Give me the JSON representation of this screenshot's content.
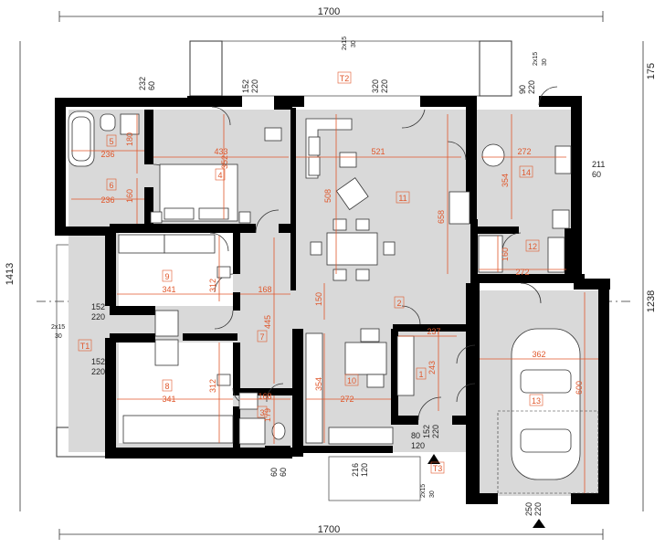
{
  "overall": {
    "top_width": "1700",
    "bottom_width": "1700",
    "left_height": "1413",
    "right_height_upper": "175",
    "right_height_lower": "1238"
  },
  "rooms": [
    {
      "num": "1",
      "w": "237",
      "h": "243"
    },
    {
      "num": "2",
      "dim": "150"
    },
    {
      "num": "3",
      "w": "168",
      "h": "179"
    },
    {
      "num": "4",
      "w": "433",
      "h": "352"
    },
    {
      "num": "5",
      "w": "236",
      "h": "180"
    },
    {
      "num": "6",
      "w": "236",
      "h": "160"
    },
    {
      "num": "7",
      "w": "168",
      "h": "445"
    },
    {
      "num": "8",
      "w": "341",
      "h": "312"
    },
    {
      "num": "9",
      "w": "341",
      "h": "312"
    },
    {
      "num": "10",
      "w": "272",
      "h": "354"
    },
    {
      "num": "11",
      "w": "521",
      "h": "508",
      "h2": "658"
    },
    {
      "num": "12",
      "w": "272",
      "h": "160"
    },
    {
      "num": "13",
      "w": "362",
      "h": "600"
    },
    {
      "num": "14",
      "w": "272",
      "h": "354"
    },
    {
      "num": "T1"
    },
    {
      "num": "T2"
    },
    {
      "num": "T3"
    }
  ],
  "windows": {
    "top_left": {
      "w": "232",
      "h": "60"
    },
    "top_mid1": {
      "w": "152",
      "h": "220"
    },
    "top_terrace": {
      "w": "2x15",
      "h": "30"
    },
    "top_mid2": {
      "w": "320",
      "h": "220"
    },
    "top_right_terr": {
      "w": "2x15",
      "h": "30"
    },
    "top_right": {
      "w": "90",
      "h": "220"
    },
    "right_side": {
      "w": "211",
      "h": "60"
    },
    "left_top": {
      "w": "152",
      "h": "220"
    },
    "left_terr": {
      "w": "2x15",
      "h": "30"
    },
    "left_bot": {
      "w": "152",
      "h": "220"
    },
    "bottom_1": {
      "w": "60",
      "h": "60"
    },
    "bottom_2": {
      "w": "216",
      "h": "120"
    },
    "bottom_terr": {
      "w": "2x15",
      "h": "30"
    },
    "entry": {
      "w": "152",
      "h": "220"
    },
    "entry2": {
      "w": "80",
      "h": "120"
    },
    "garage": {
      "w": "250",
      "h": "220"
    }
  }
}
